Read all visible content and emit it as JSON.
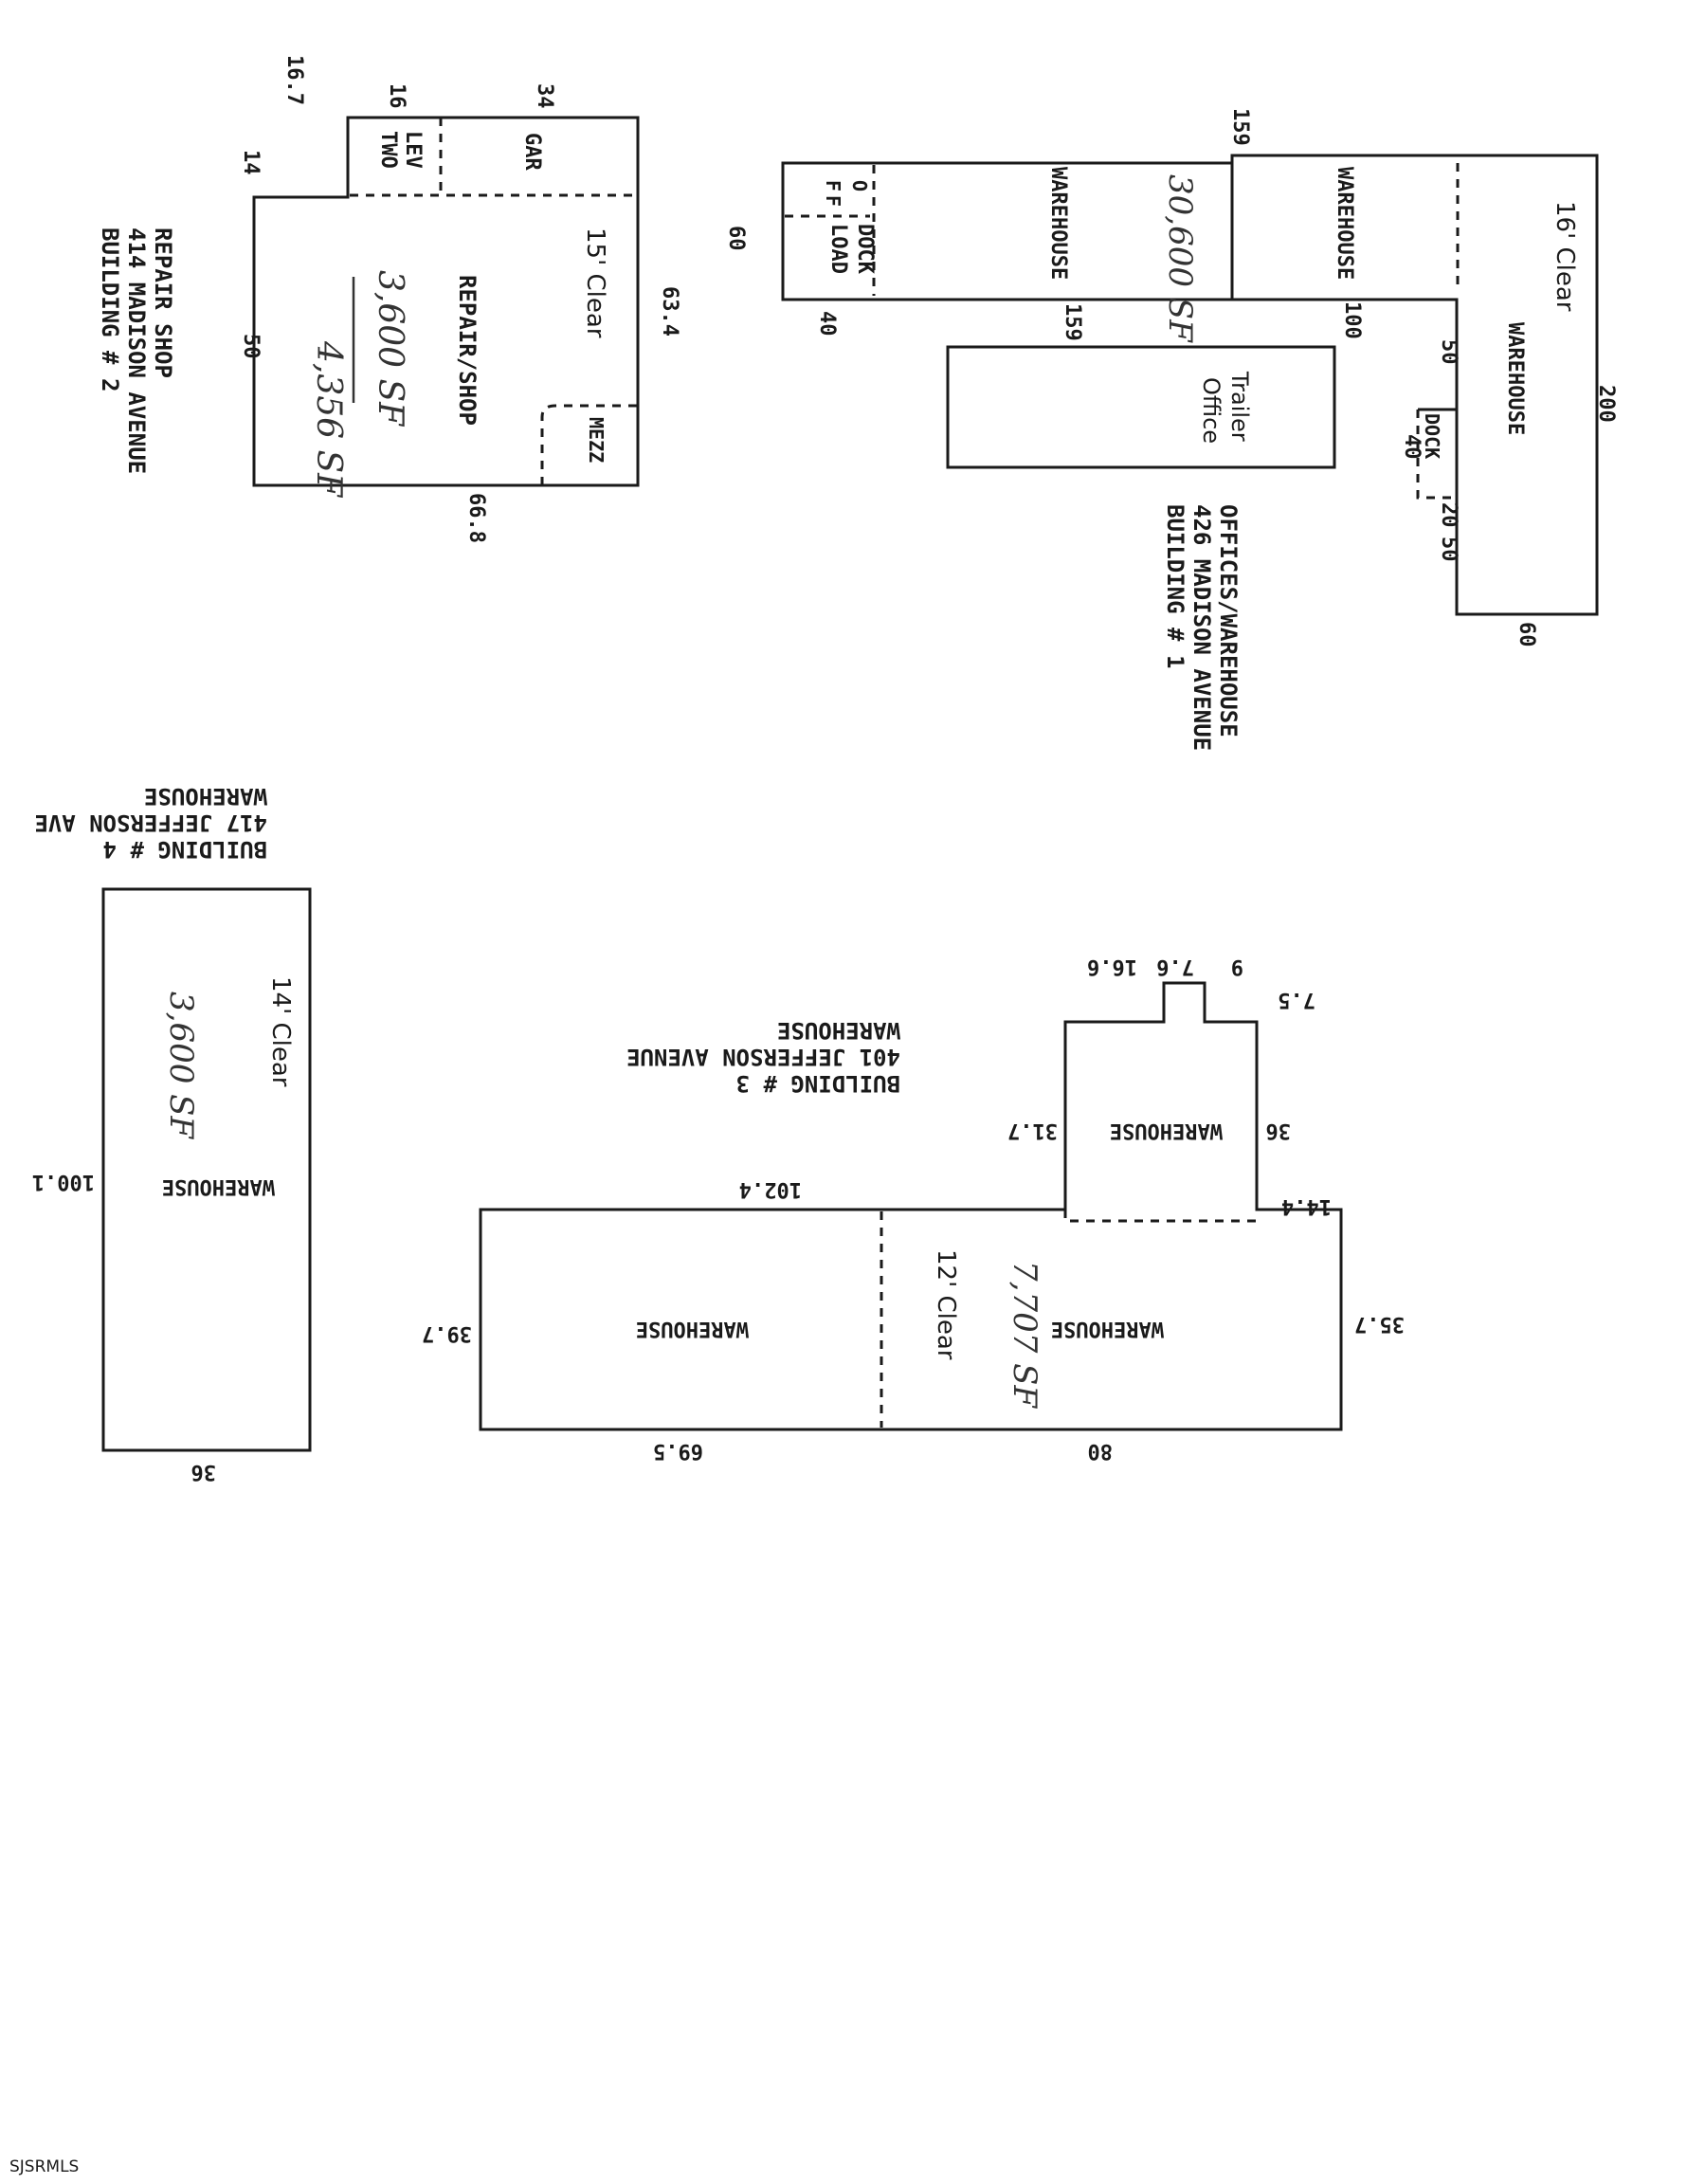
{
  "b2": {
    "heading": [
      "BUILDING # 2",
      "414 MADISON AVENUE",
      "REPAIR SHOP"
    ],
    "rooms": {
      "two_lev": [
        "TWO",
        "LEV"
      ],
      "gar": "GAR",
      "repair": "REPAIR/SHOP",
      "mezz": "MEZZ"
    },
    "clear": "15' Clear",
    "area_struck": "3,600 SF",
    "area": "4,356 SF",
    "dims": {
      "d167": "16.7",
      "d16": "16",
      "d34": "34",
      "d14": "14",
      "d50": "50",
      "d634": "63.4",
      "d668": "66.8"
    }
  },
  "b1": {
    "heading": [
      "BUILDING # 1",
      "426 MADISON AVENUE",
      "OFFICES/WAREHOUSE"
    ],
    "rooms": {
      "off": [
        "O",
        "F",
        "F"
      ],
      "load": [
        "LOAD",
        "DOCK"
      ],
      "wh_a": "WAREHOUSE",
      "wh_b": "WAREHOUSE",
      "wh_c": "WAREHOUSE",
      "dock": "DOCK"
    },
    "trailer": [
      "Office",
      "Trailer"
    ],
    "clear": "16' Clear",
    "area": "30,600 SF",
    "dims": {
      "d159_top": "159",
      "d159_bot": "159",
      "d60_left": "60",
      "d40_left": "40",
      "d100": "100",
      "d50a": "50",
      "d40_dock": "40",
      "d20": "20",
      "d50b": "50",
      "d200": "200",
      "d60_bot": "60"
    }
  },
  "b4": {
    "heading": [
      "BUILDING # 4",
      "417 JEFFERSON AVE",
      "WAREHOUSE"
    ],
    "rooms": {
      "wh": "WAREHOUSE"
    },
    "clear": "14' Clear",
    "area": "3,600 SF",
    "dims": {
      "d1001": "100.1",
      "d36": "36"
    }
  },
  "b3": {
    "heading": [
      "BUILDING # 3",
      "401 JEFFERSON AVENUE",
      "WAREHOUSE"
    ],
    "rooms": {
      "wh_top": "WAREHOUSE",
      "wh_left": "WAREHOUSE",
      "wh_right": "WAREHOUSE"
    },
    "clear": "12' Clear",
    "area": "7,707 SF",
    "dims": {
      "d166": "16.6",
      "d76": "7.6",
      "d9": "9",
      "d75": "7.5",
      "d36": "36",
      "d317": "31.7",
      "d144": "14.4",
      "d1024": "102.4",
      "d397": "39.7",
      "d357": "35.7",
      "d695": "69.5",
      "d80": "80"
    }
  },
  "footer": "SJSRMLS"
}
